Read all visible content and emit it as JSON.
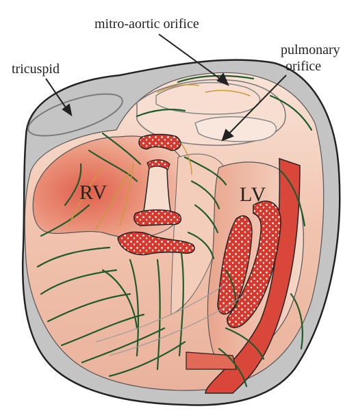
{
  "labels": {
    "mitro_aortic": "mitro-aortic orifice",
    "tricuspid": "tricuspid",
    "pulmonary_line1": "pulmonary",
    "pulmonary_line2": "orifice",
    "rv": "RV",
    "lv": "LV"
  },
  "colors": {
    "outer_wall": "#c4c4c4",
    "tissue_light": "#f6dccd",
    "tissue_mid": "#eeb7a1",
    "tissue_deep": "#e06a55",
    "red_band": "#d9473a",
    "fiber_green": "#1f5a2a",
    "fiber_gold": "#c89a3a",
    "outline": "#222222"
  }
}
